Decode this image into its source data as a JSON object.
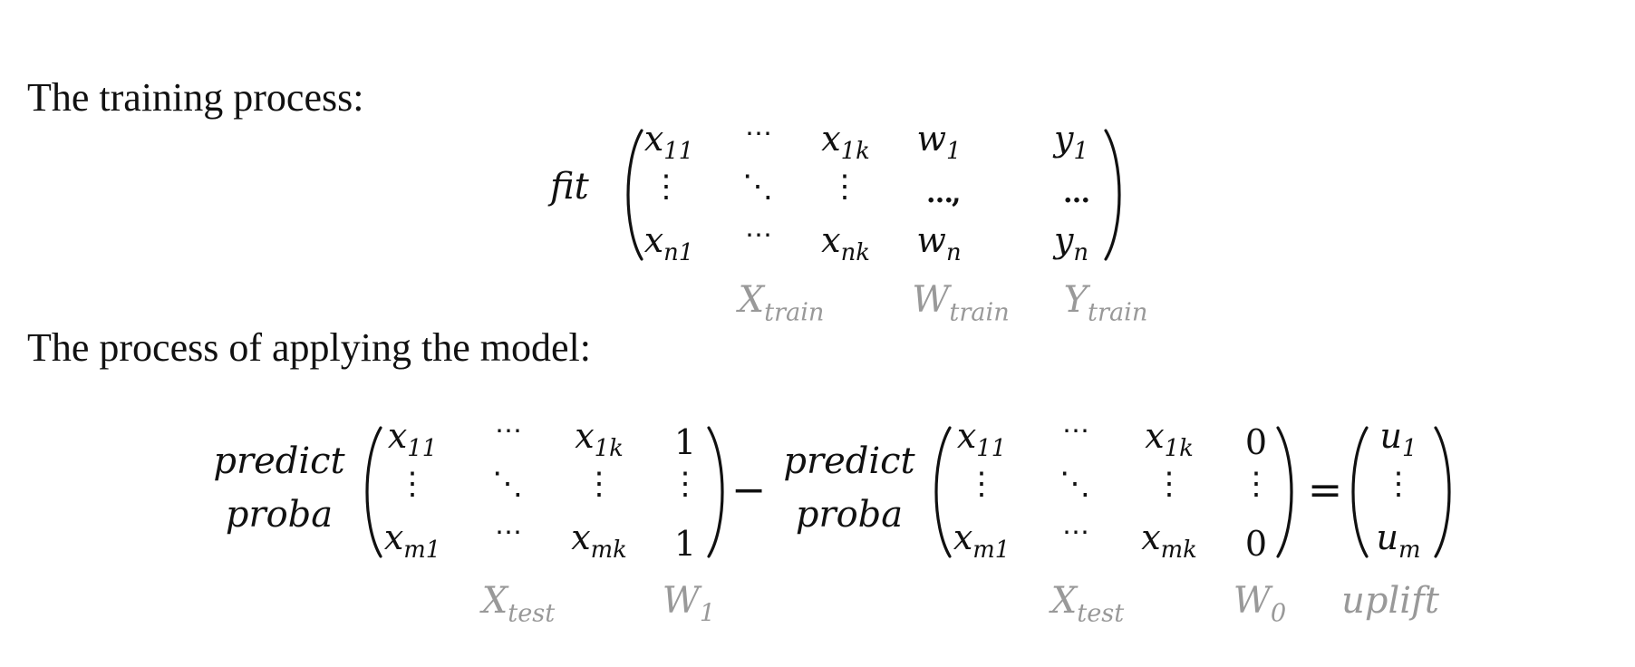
{
  "headings": {
    "training": "The training process:",
    "applying": "The process of applying the model:"
  },
  "glyphs": {
    "hdots": "⋯",
    "vdots": "⋮",
    "ddots": "⋱",
    "low_dots_comma": "…,",
    "low_dots": "…",
    "minus": "−",
    "equals": "="
  },
  "training_formula": {
    "function": "fit",
    "matrix": {
      "x11": {
        "base": "x",
        "sub": "11"
      },
      "x1k": {
        "base": "x",
        "sub": "1k"
      },
      "xn1": {
        "base": "x",
        "sub": "n1"
      },
      "xnk": {
        "base": "x",
        "sub": "nk"
      },
      "w1": {
        "base": "w",
        "sub": "1"
      },
      "wn": {
        "base": "w",
        "sub": "n"
      },
      "y1": {
        "base": "y",
        "sub": "1"
      },
      "yn": {
        "base": "y",
        "sub": "n"
      }
    },
    "labels": {
      "x": {
        "base": "X",
        "sub": "train"
      },
      "w": {
        "base": "W",
        "sub": "train"
      },
      "y": {
        "base": "Y",
        "sub": "train"
      }
    }
  },
  "apply_formula": {
    "function_line1": "predict",
    "function_line2": "proba",
    "matrix": {
      "x11": {
        "base": "x",
        "sub": "11"
      },
      "x1k": {
        "base": "x",
        "sub": "1k"
      },
      "xm1": {
        "base": "x",
        "sub": "m1"
      },
      "xmk": {
        "base": "x",
        "sub": "mk"
      }
    },
    "treat_value": "1",
    "control_value": "0",
    "result": {
      "u1": {
        "base": "u",
        "sub": "1"
      },
      "um": {
        "base": "u",
        "sub": "m"
      }
    },
    "labels": {
      "x_test": {
        "base": "X",
        "sub": "test"
      },
      "w1": {
        "base": "W",
        "sub": "1"
      },
      "w0": {
        "base": "W",
        "sub": "0"
      },
      "uplift": "uplift"
    }
  }
}
